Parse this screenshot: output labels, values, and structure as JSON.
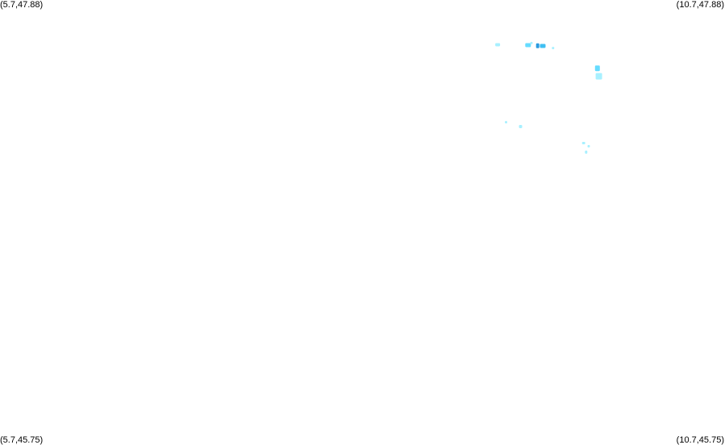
{
  "map": {
    "corner_labels": {
      "top_left": "(5.7,47.88)",
      "top_right": "(10.7,47.88)",
      "bottom_left": "(5.7,45.75)",
      "bottom_right": "(10.7,45.75)"
    },
    "colors": {
      "background": "#ffffff",
      "light_cyan": "#a8f0ff",
      "cyan": "#66dcff",
      "deep_cyan": "#3fbff2",
      "blue": "#2a9be0"
    },
    "lakes": [
      {
        "lon": 9.132,
        "lat": 47.666,
        "color": "light_cyan"
      },
      {
        "lon": 9.342,
        "lat": 47.664,
        "color": "cyan"
      },
      {
        "lon": 9.408,
        "lat": 47.661,
        "color": "blue"
      },
      {
        "lon": 9.443,
        "lat": 47.66,
        "color": "deep_cyan"
      },
      {
        "lon": 9.365,
        "lat": 47.674,
        "color": "light_cyan"
      },
      {
        "lon": 9.514,
        "lat": 47.65,
        "color": "light_cyan"
      },
      {
        "lon": 9.82,
        "lat": 47.553,
        "color": "cyan"
      },
      {
        "lon": 9.83,
        "lat": 47.515,
        "color": "light_cyan"
      },
      {
        "lon": 9.29,
        "lat": 47.274,
        "color": "light_cyan"
      },
      {
        "lon": 9.19,
        "lat": 47.295,
        "color": "light_cyan"
      },
      {
        "lon": 9.725,
        "lat": 47.195,
        "color": "light_cyan"
      },
      {
        "lon": 9.76,
        "lat": 47.18,
        "color": "light_cyan"
      },
      {
        "lon": 9.742,
        "lat": 47.152,
        "color": "light_cyan"
      }
    ]
  }
}
